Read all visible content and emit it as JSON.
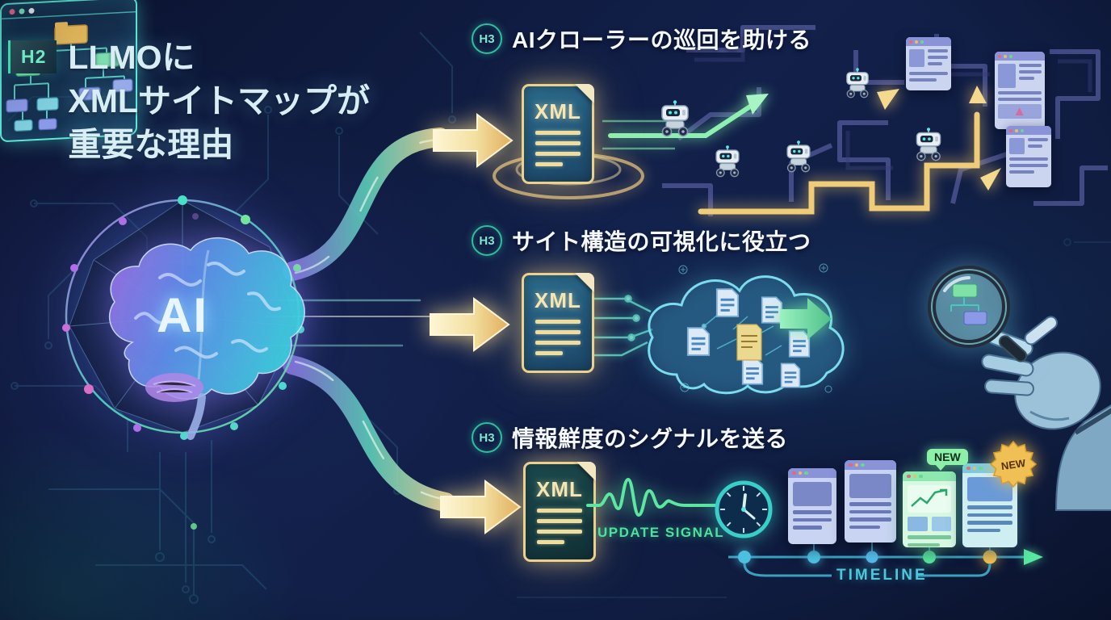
{
  "palette": {
    "background": "#101a38",
    "title_text": "#d8eef4",
    "badge_teal": "#6fe6c4",
    "heading_text": "#f4f8fb",
    "gold": "#eec97e",
    "green": "#58e6a0",
    "teal": "#4cc8dc",
    "maze_purple": "#565c9e"
  },
  "header": {
    "badge": "H2",
    "title_lines": [
      "LLMOに",
      "XMLサイトマップが",
      "重要な理由"
    ]
  },
  "brain": {
    "label": "AI"
  },
  "sections": [
    {
      "badge": "H3",
      "heading": "AIクローラーの巡回を助ける",
      "xml_label": "XML"
    },
    {
      "badge": "H3",
      "heading": "サイト構造の可視化に役立つ",
      "xml_label": "XML"
    },
    {
      "badge": "H3",
      "heading": "情報鮮度のシグナルを送る",
      "xml_label": "XML",
      "update_signal_label": "UPDATE SIGNAL",
      "timeline_label": "TIMELINE",
      "new_badge_bubble": "NEW",
      "new_badge_burst": "NEW"
    }
  ]
}
